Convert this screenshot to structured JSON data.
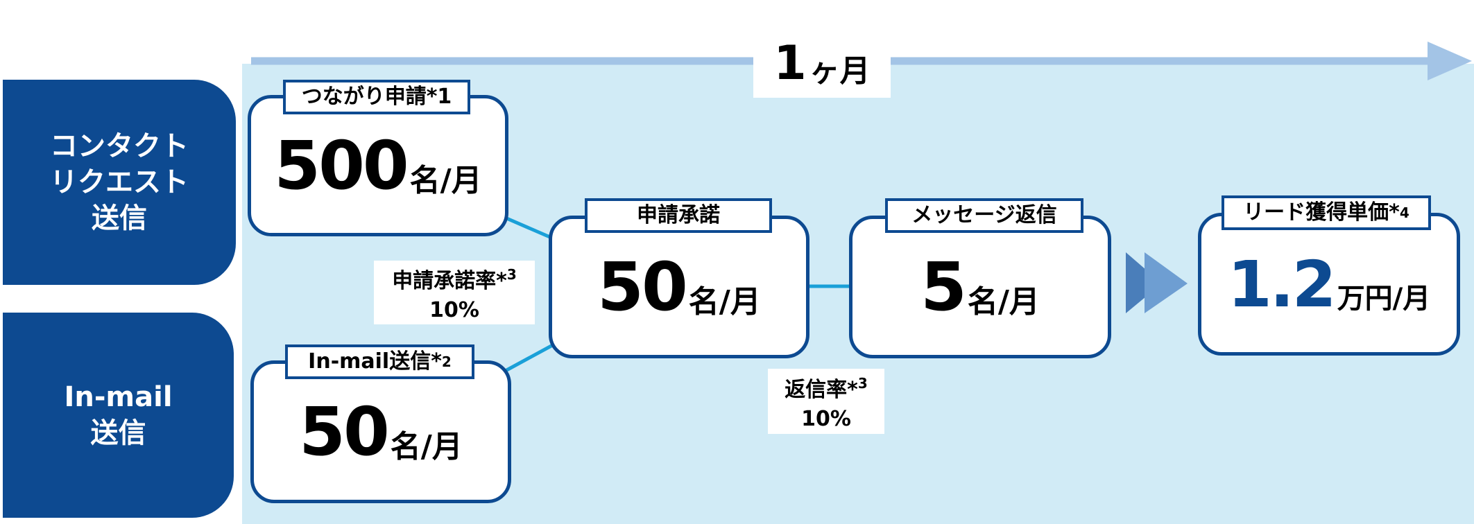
{
  "period": {
    "number": "1",
    "unit": "ヶ月"
  },
  "side_labels": {
    "contact_request": "コンタクト\nリクエスト\n送信",
    "inmail": "In-mail\n送信"
  },
  "steps": {
    "connection_request": {
      "tag": "つながり申請*1",
      "value": "500",
      "unit": "名/月"
    },
    "inmail_send": {
      "tag_text": "In-mail送信*",
      "tag_note": "2",
      "value": "50",
      "unit": "名/月"
    },
    "approval": {
      "tag": "申請承諾",
      "value": "50",
      "unit": "名/月"
    },
    "message_reply": {
      "tag": "メッセージ返信",
      "value": "5",
      "unit": "名/月"
    },
    "lead_cost": {
      "tag_text": "リード獲得単価*",
      "tag_note": "4",
      "value": "1.2",
      "unit": "万円/月"
    }
  },
  "rates": {
    "approval_rate": {
      "label": "申請承諾率*",
      "note": "3",
      "value": "10%"
    },
    "reply_rate": {
      "label": "返信率*",
      "note": "3",
      "value": "10%"
    }
  },
  "colors": {
    "navy": "#0d4a91",
    "panel": "#d1ebf6",
    "arrow": "#1aa0d8",
    "timeline": "#a3c4e6"
  }
}
